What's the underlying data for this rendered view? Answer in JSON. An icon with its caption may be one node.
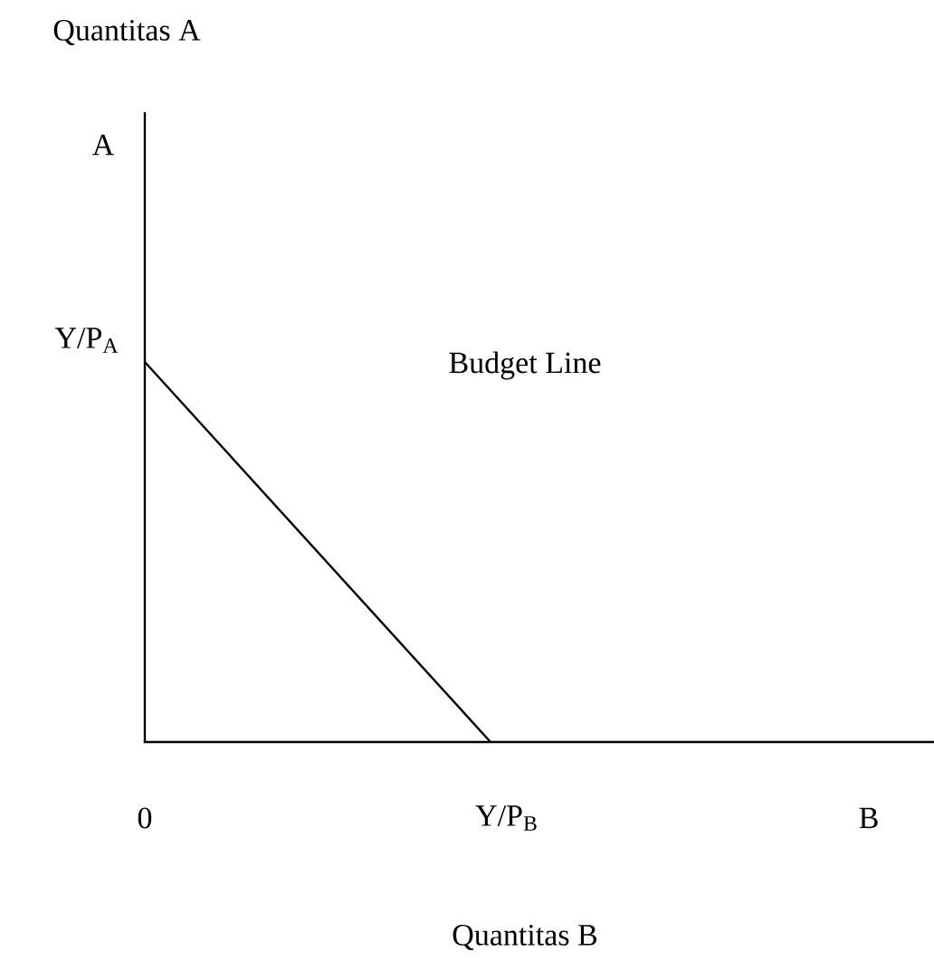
{
  "diagram": {
    "labels": [
      "Quantitas A",
      "A",
      "Y/P$_{A}$",
      "Budget Line",
      "0",
      "Y/P$_{B}$",
      "B",
      "Quantitas B"
    ]
  }
}
